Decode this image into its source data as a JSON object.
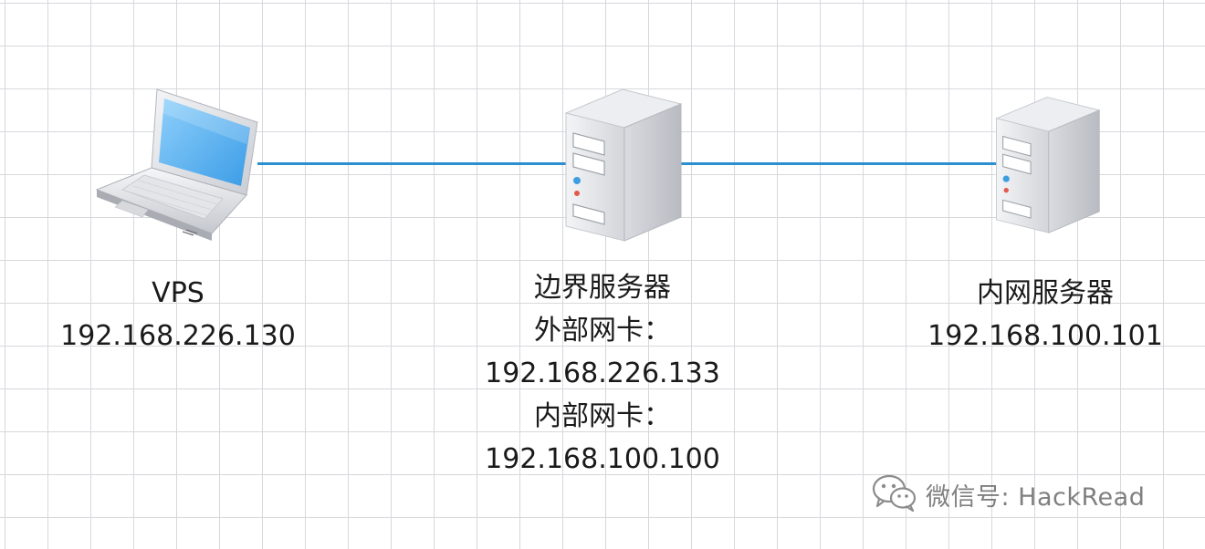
{
  "nodes": {
    "vps": {
      "name": "VPS",
      "ip": "192.168.226.130",
      "icon": "laptop-icon"
    },
    "edge": {
      "name": "边界服务器",
      "external_label": "外部网卡：",
      "external_ip": "192.168.226.133",
      "internal_label": "内部网卡：",
      "internal_ip": "192.168.100.100",
      "icon": "server-icon"
    },
    "inner": {
      "name": "内网服务器",
      "ip": "192.168.100.101",
      "icon": "server-icon"
    }
  },
  "links": [
    {
      "from": "vps",
      "to": "edge"
    },
    {
      "from": "edge",
      "to": "inner"
    }
  ],
  "watermark": {
    "text": "微信号: HackRead",
    "icon": "wechat-icon"
  },
  "colors": {
    "link": "#2b8fd0",
    "grid": "#d6d8dc",
    "screen": "#4aa8ea"
  }
}
